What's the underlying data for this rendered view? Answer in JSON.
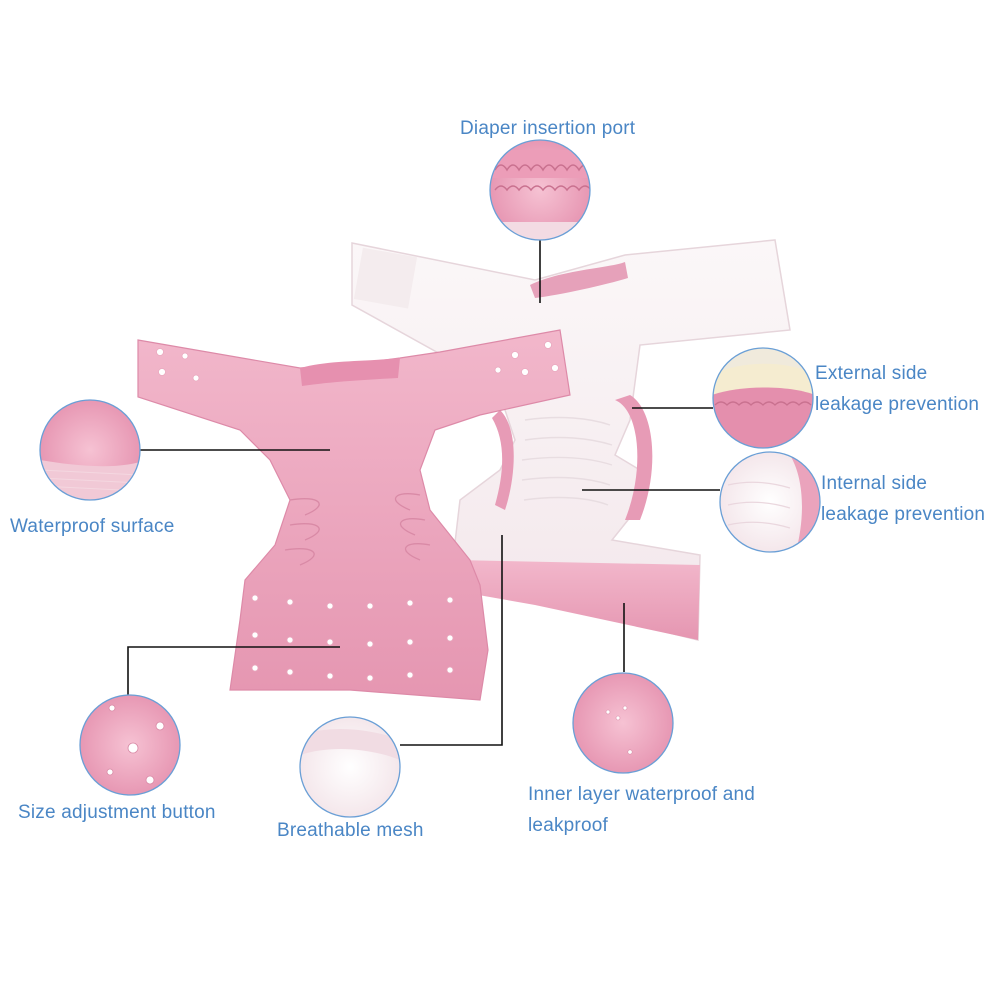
{
  "colors": {
    "accent_text": "#4a86c5",
    "circle_border": "#6a9fd6",
    "leader_line": "#111111",
    "diaper_pink": "#e89ab5",
    "diaper_white": "#f8f1f3"
  },
  "labels": {
    "diaper_insertion_port": "Diaper insertion port",
    "external_side_line1": "External side",
    "external_side_line2": "leakage prevention",
    "internal_side_line1": "Internal side",
    "internal_side_line2": "leakage prevention",
    "waterproof_surface": "Waterproof surface",
    "size_adjustment_button": "Size adjustment button",
    "breathable_mesh": "Breathable mesh",
    "inner_layer_line1": "Inner layer waterproof and",
    "inner_layer_line2": "leakproof"
  }
}
